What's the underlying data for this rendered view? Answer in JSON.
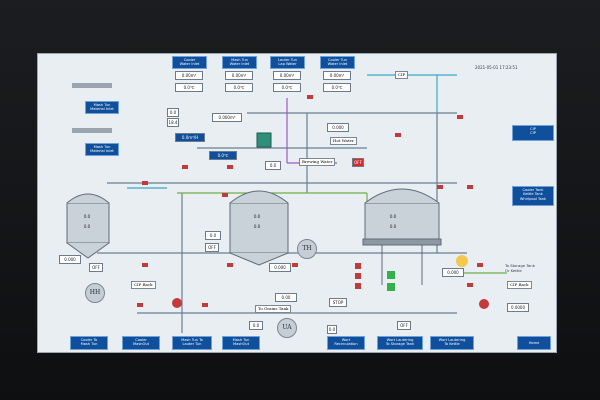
{
  "top_buttons": [
    {
      "label": "Cooler\nWater Inlet"
    },
    {
      "label": "Mash Tun\nWater Inlet"
    },
    {
      "label": "Lauter Tun\nLap Water"
    },
    {
      "label": "Cooler Tun\nWater Inlet"
    }
  ],
  "top_values": [
    {
      "a": "0.00m³",
      "b": "0.0℃"
    },
    {
      "a": "0.00m³",
      "b": "0.0℃"
    },
    {
      "a": "0.00m³",
      "b": "0.0℃"
    },
    {
      "a": "0.00m³",
      "b": "0.0℃"
    }
  ],
  "timestamp": "2021-05-01   17:23:51",
  "cip_top": "CIP",
  "left_labels": [
    {
      "label": "Mash Tun\nMaterial Inlet"
    },
    {
      "label": "Mash Tun\nMaterial Inlet"
    }
  ],
  "flow": {
    "rate": "0.0m³/H",
    "total": "0.000m³",
    "temp": "0.0℃"
  },
  "hot_water": {
    "label": "Hot Water",
    "value": "0.000"
  },
  "brewing_water": {
    "label": "Brewing Water",
    "value": "0.0",
    "status": "OFF"
  },
  "mash_small": {
    "l1": "0.0",
    "l2": "0.0",
    "l3": "0.0",
    "l4": "18.4"
  },
  "tanks": {
    "mash": {
      "v1": "0.0",
      "v2": "0.0",
      "level": "0.000",
      "status": "OFF"
    },
    "lauter": {
      "v1": "0.0",
      "v2": "0.0",
      "v3": "0.0",
      "level": "0.000",
      "status": "OFF"
    },
    "kettle": {
      "v1": "0.0",
      "v2": "0.0",
      "level": "0.000",
      "status": "OFF"
    }
  },
  "circles": {
    "hh": "HH",
    "th": "TH",
    "ua": "UA"
  },
  "cip_back": "CIP Back",
  "to_grains": "To Grains Tank",
  "stop": "STOP",
  "grain_value": "0.00",
  "bottom_values": [
    "0.0",
    "0.0"
  ],
  "storage_text": "To Storage Tank\nOr Kettle",
  "cip_right": "CIP Back",
  "right_value": "0.0000",
  "right_buttons": [
    {
      "label": "CIP\nCIP"
    },
    {
      "label": "Cooler Tank\nKettle Tank\nWhirlpool Tank"
    }
  ],
  "bottom_buttons": [
    {
      "label": "Cooler To\nMash Tun"
    },
    {
      "label": "Cooler\nMashOut"
    },
    {
      "label": "Mash Tun To\nLauter Tun"
    },
    {
      "label": "Mash Tun\nMashOut"
    },
    {
      "label": "Wort\nRecirculation"
    },
    {
      "label": "Wort Lautering\nTo Storage Tank"
    },
    {
      "label": "Wort Lautering\nTo Kettle"
    },
    {
      "label": "Home"
    }
  ],
  "colors": {
    "button": "#0f4f9c",
    "alarm": "#d42a2a",
    "pipe_blue": "#3aa7c9",
    "pipe_green": "#6fb04a",
    "pipe_purple": "#9c5bc2"
  }
}
